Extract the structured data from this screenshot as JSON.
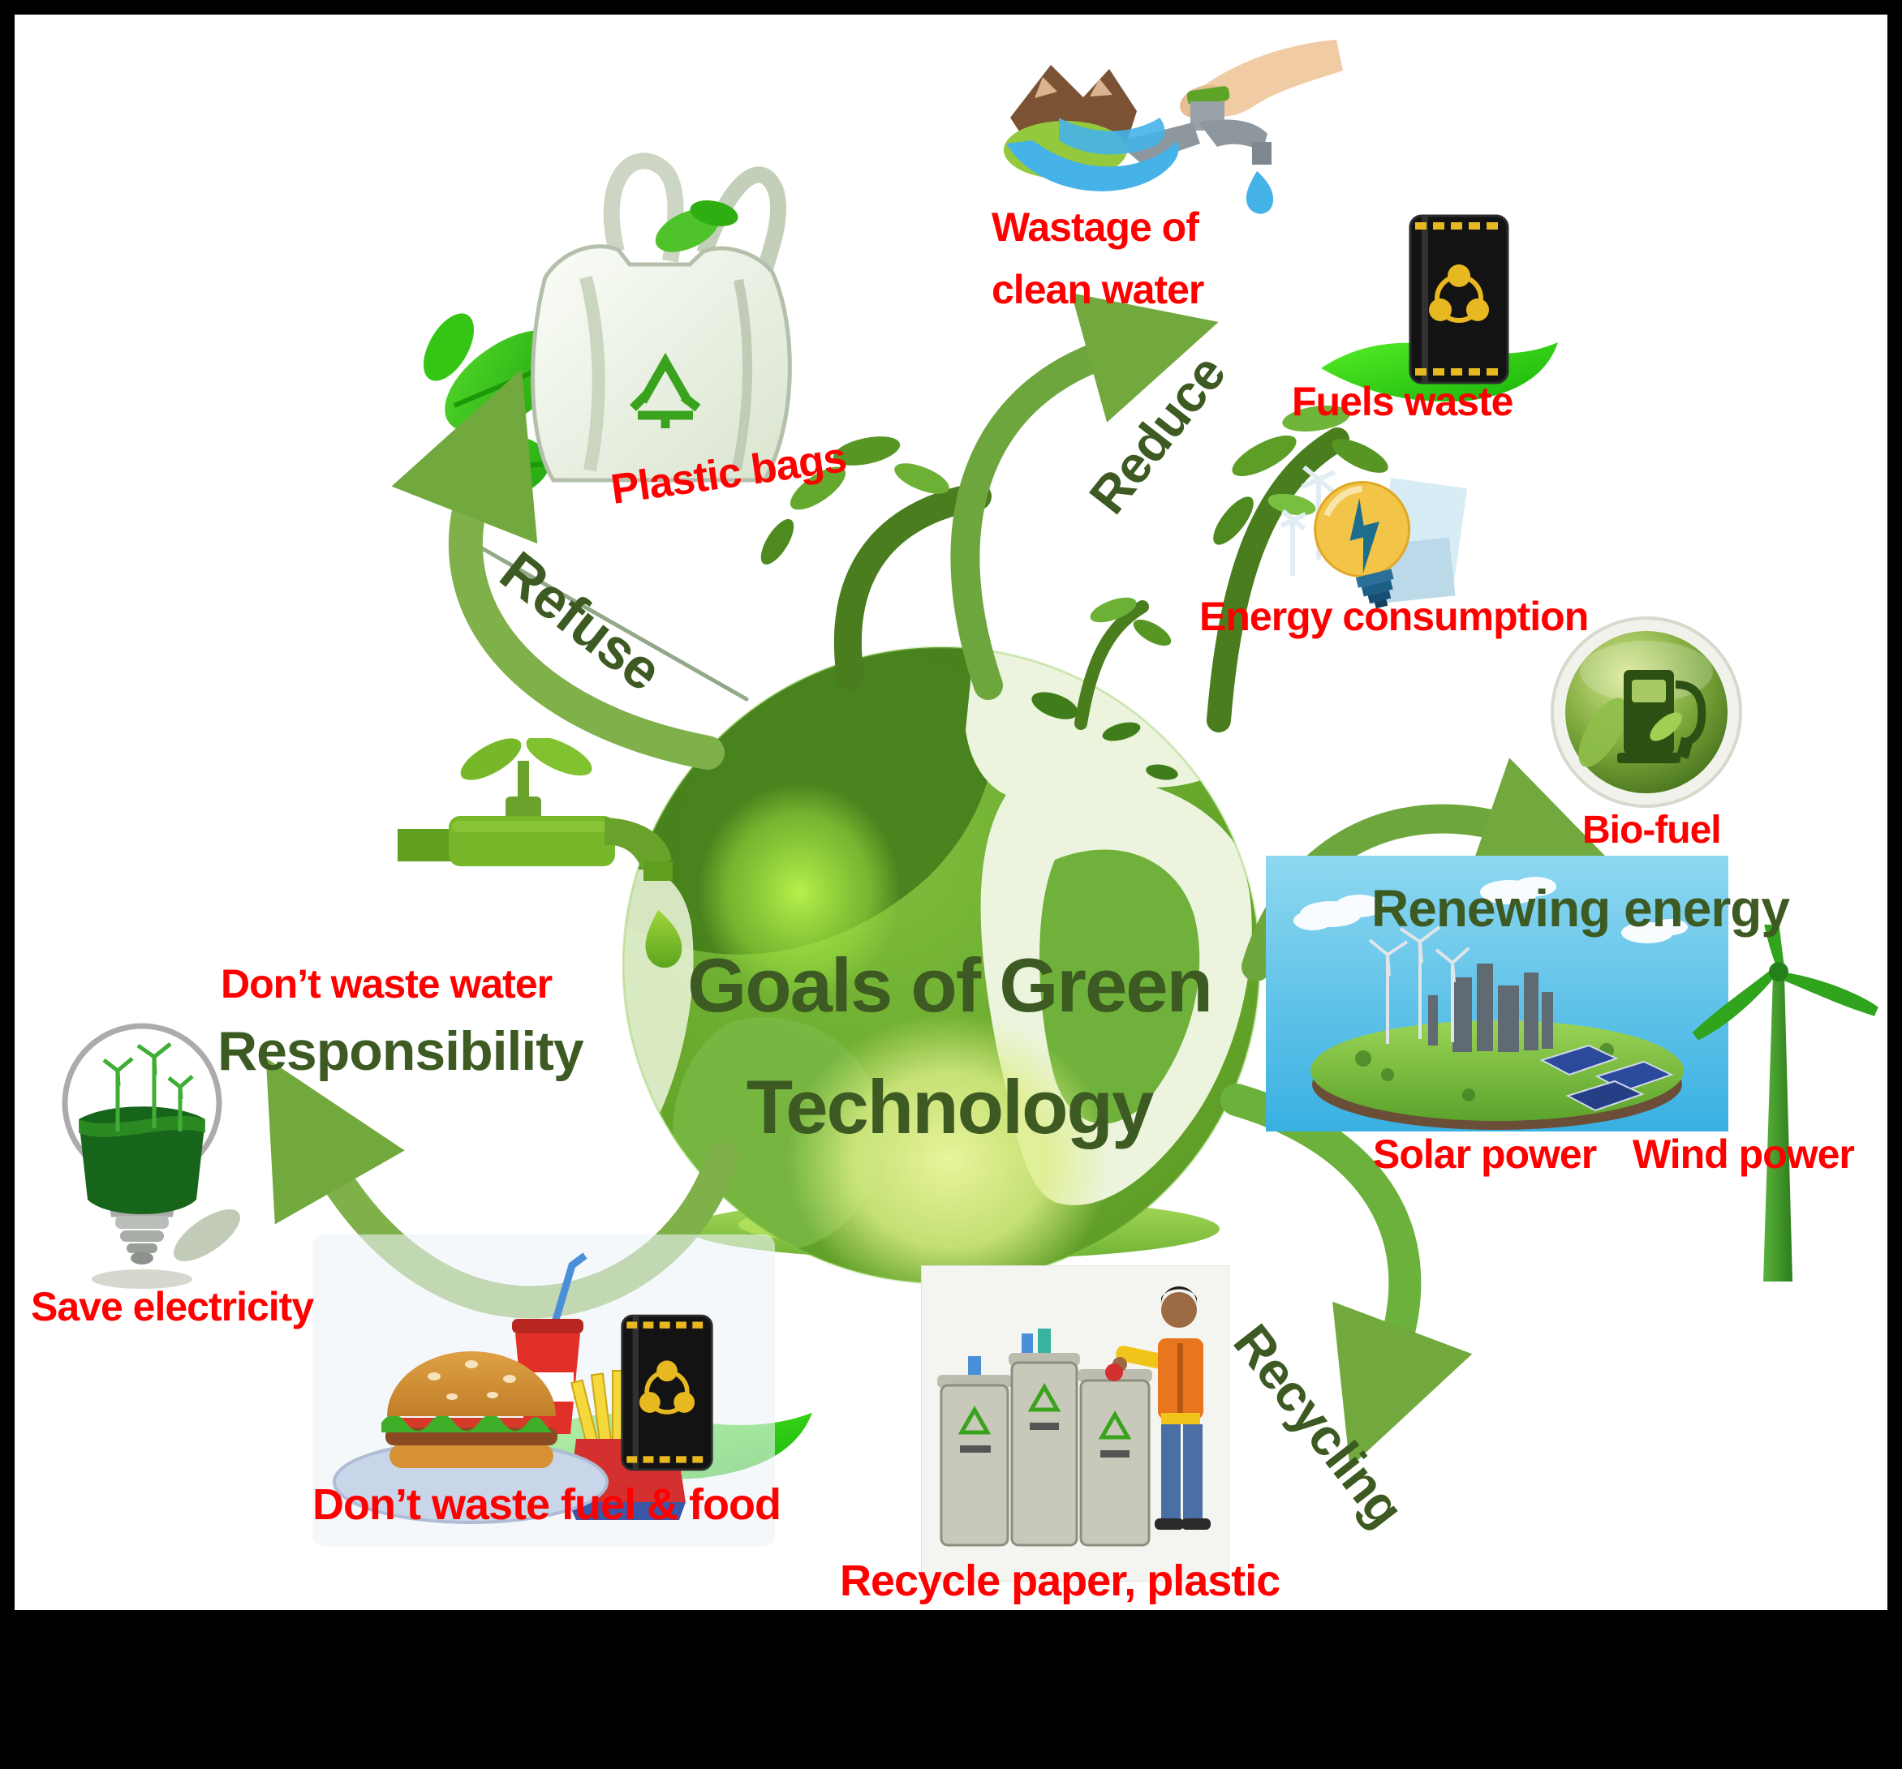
{
  "title": {
    "line1": "Goals of Green",
    "line2": "Technology"
  },
  "colors": {
    "label_red": "#ff0000",
    "label_green": "#3c5a22",
    "arrow_green": "#72a93e",
    "globe_green": "#69aa2d",
    "sky_blue": "#46b5e4",
    "splash_green": "#35d714",
    "frame_black": "#000000"
  },
  "branches": {
    "refuse": {
      "label": "Refuse",
      "item": "Plastic bags"
    },
    "reduce": {
      "label": "Reduce",
      "item1_line1": "Wastage of",
      "item1_line2": "clean water",
      "item2": "Fuels waste",
      "item3": "Energy consumption"
    },
    "renewing": {
      "label": "Renewing energy",
      "item1": "Bio-fuel",
      "item2": "Solar power",
      "item3": "Wind power"
    },
    "recycling": {
      "label": "Recycling",
      "item1": "Recycle paper, plastic"
    },
    "responsibility": {
      "label": "Responsibility",
      "item1": "Don’t waste water",
      "item2": "Save electricity",
      "item3": "Don’t waste fuel & food"
    }
  }
}
